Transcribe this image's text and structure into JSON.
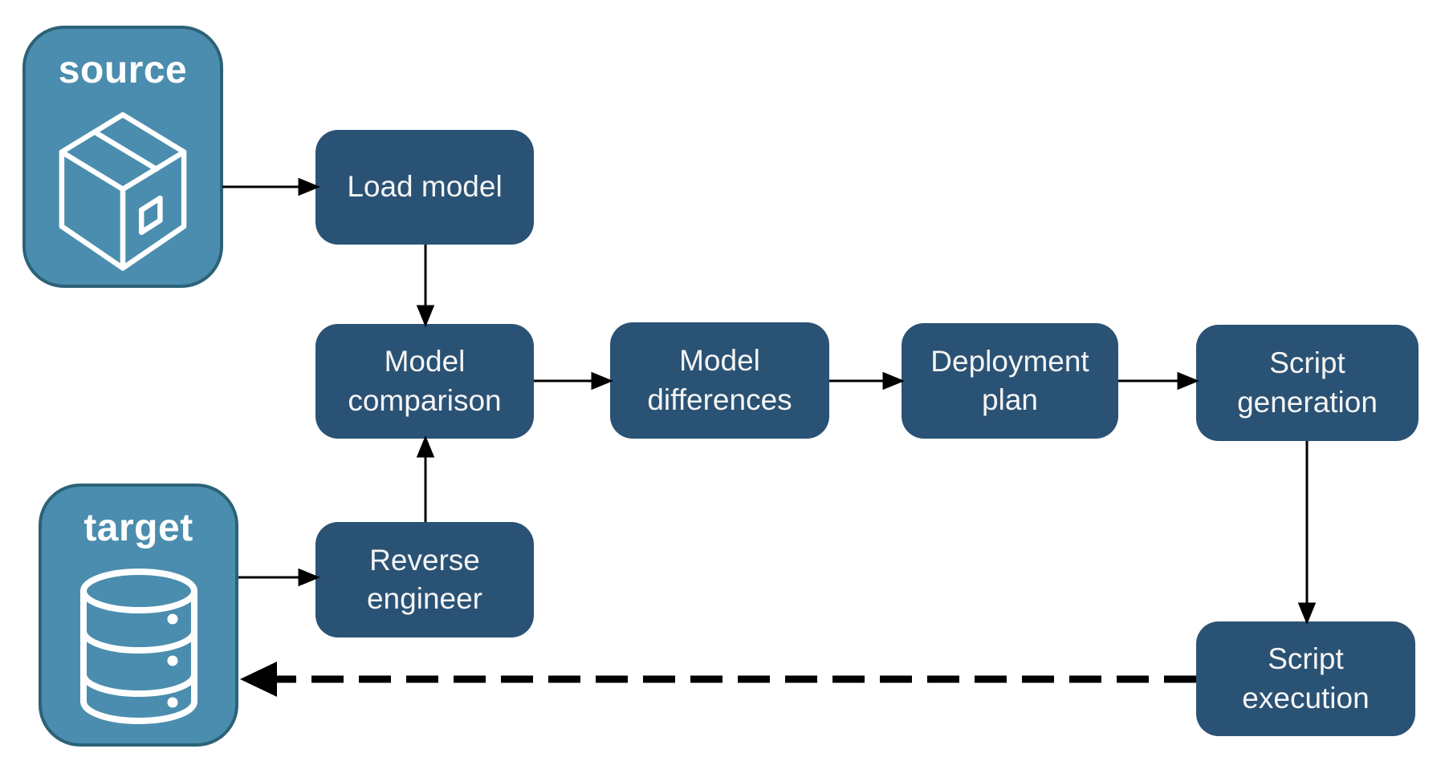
{
  "endpoints": {
    "source": {
      "label": "source",
      "icon": "package-icon"
    },
    "target": {
      "label": "target",
      "icon": "database-icon"
    }
  },
  "nodes": {
    "load_model": {
      "label": "Load model"
    },
    "model_comparison": {
      "label": "Model comparison"
    },
    "model_differences": {
      "label": "Model differences"
    },
    "deployment_plan": {
      "label": "Deployment plan"
    },
    "script_generation": {
      "label": "Script generation"
    },
    "reverse_engineer": {
      "label": "Reverse engineer"
    },
    "script_execution": {
      "label": "Script execution"
    }
  },
  "flows": [
    {
      "from": "source",
      "to": "load_model",
      "style": "solid"
    },
    {
      "from": "load_model",
      "to": "model_comparison",
      "style": "solid"
    },
    {
      "from": "model_comparison",
      "to": "model_differences",
      "style": "solid"
    },
    {
      "from": "model_differences",
      "to": "deployment_plan",
      "style": "solid"
    },
    {
      "from": "deployment_plan",
      "to": "script_generation",
      "style": "solid"
    },
    {
      "from": "script_generation",
      "to": "script_execution",
      "style": "solid"
    },
    {
      "from": "target",
      "to": "reverse_engineer",
      "style": "solid"
    },
    {
      "from": "reverse_engineer",
      "to": "model_comparison",
      "style": "solid"
    },
    {
      "from": "script_execution",
      "to": "target",
      "style": "dashed"
    }
  ],
  "colors": {
    "node_fill": "#2A5274",
    "node_text": "#F5F5F5",
    "endpoint_fill": "#4B8DAE",
    "endpoint_border": "#2C6278",
    "endpoint_text": "#FFFFFF",
    "arrow": "#000000",
    "background": "#FFFFFF"
  }
}
